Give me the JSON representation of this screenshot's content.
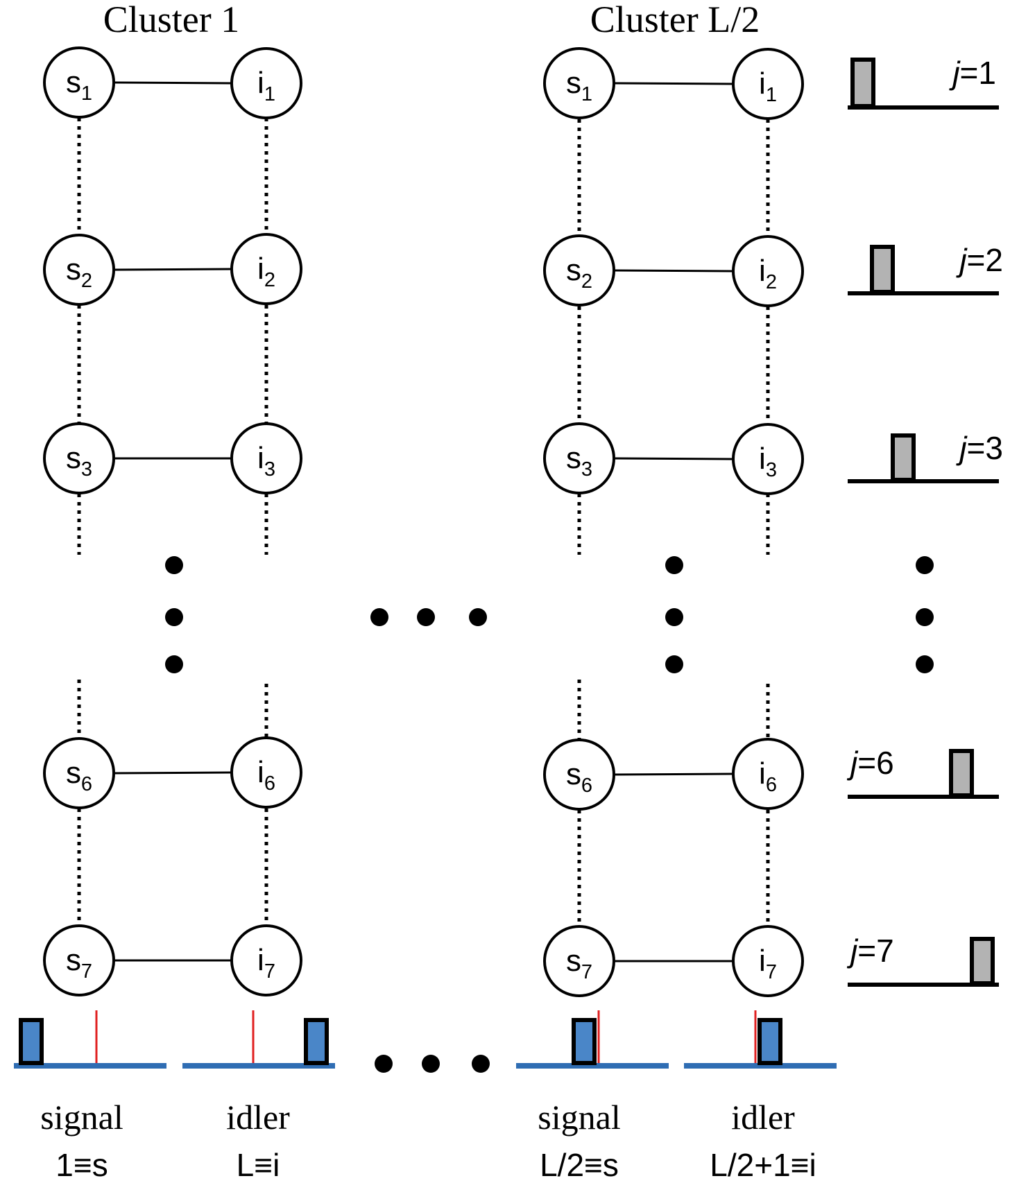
{
  "clusters": [
    {
      "title": "Cluster 1",
      "rows": [
        {
          "s": "s",
          "i": "i",
          "sub": "1"
        },
        {
          "s": "s",
          "i": "i",
          "sub": "2"
        },
        {
          "s": "s",
          "i": "i",
          "sub": "3"
        },
        {
          "s": "s",
          "i": "i",
          "sub": "6"
        },
        {
          "s": "s",
          "i": "i",
          "sub": "7"
        }
      ],
      "signal_label": "signal",
      "signal_sub": "1≡s",
      "idler_label": "idler",
      "idler_sub": "L≡i"
    },
    {
      "title": "Cluster L/2",
      "rows": [
        {
          "s": "s",
          "i": "i",
          "sub": "1"
        },
        {
          "s": "s",
          "i": "i",
          "sub": "2"
        },
        {
          "s": "s",
          "i": "i",
          "sub": "3"
        },
        {
          "s": "s",
          "i": "i",
          "sub": "6"
        },
        {
          "s": "s",
          "i": "i",
          "sub": "7"
        }
      ],
      "signal_label": "signal",
      "signal_sub": "L/2≡s",
      "idler_label": "idler",
      "idler_sub": "L/2+1≡i"
    }
  ],
  "time_bins": [
    {
      "j_var": "j",
      "j_value": "=1"
    },
    {
      "j_var": "j",
      "j_value": "=2"
    },
    {
      "j_var": "j",
      "j_value": "=3"
    },
    {
      "j_var": "j",
      "j_value": "=6"
    },
    {
      "j_var": "j",
      "j_value": "=7"
    }
  ],
  "colors": {
    "node_stroke": "#000000",
    "pulse_gray": "#b3b3b3",
    "pulse_blue": "#4a86c8",
    "baseline_blue": "#2f6db3",
    "marker_red": "#e02020"
  }
}
